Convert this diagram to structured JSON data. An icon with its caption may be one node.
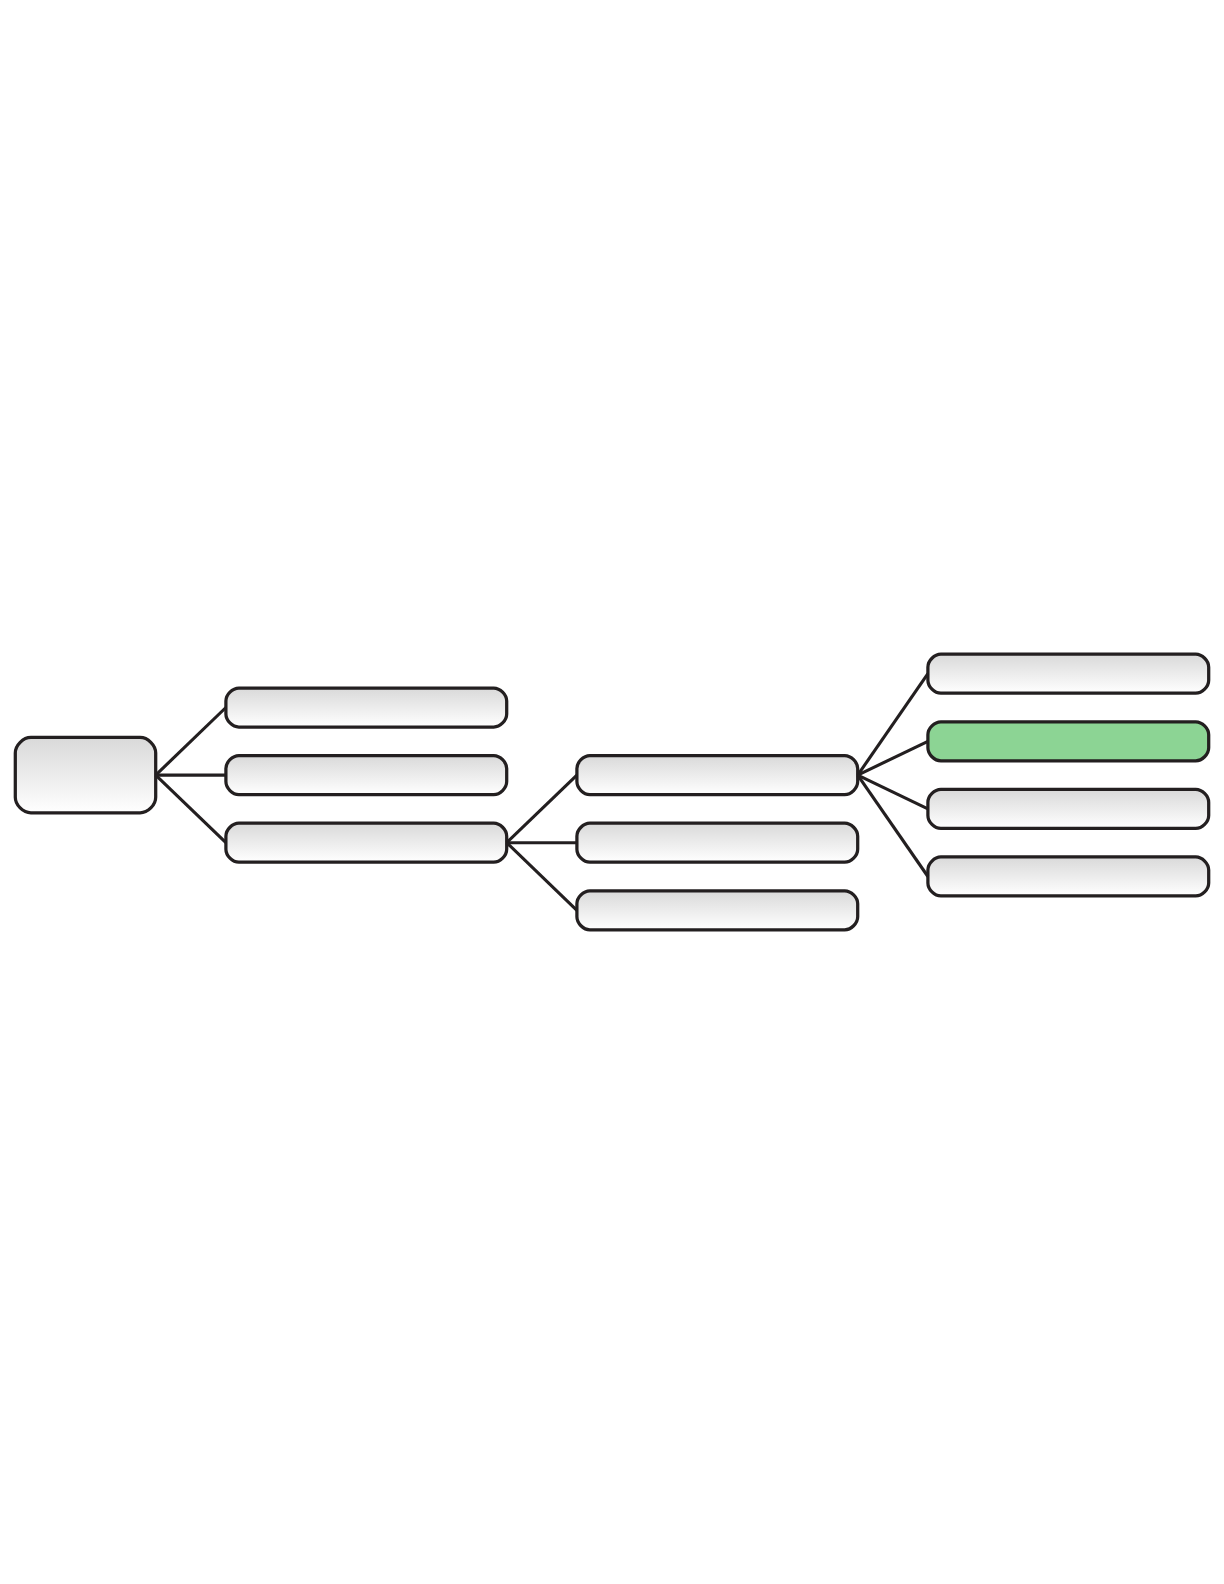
{
  "diagram": {
    "nodes": [
      {
        "text": [],
        "shape": "box"
      },
      {
        "text": [],
        "shape": "box"
      },
      {
        "text": [],
        "shape": "box"
      },
      {
        "text": [],
        "shape": "box"
      },
      {
        "text": [],
        "shape": "box"
      },
      {
        "text": [],
        "shape": "box"
      },
      {
        "text": [],
        "shape": "box"
      },
      {
        "text": [],
        "shape": "box"
      },
      {
        "text": [],
        "shape": "box"
      },
      {
        "text": [],
        "shape": "box"
      },
      {
        "text": [],
        "shape": "box"
      }
    ],
    "edges": [
      {
        "from": 0,
        "to": 1,
        "arrow": "none"
      },
      {
        "from": 0,
        "to": 2,
        "arrow": "none"
      },
      {
        "from": 0,
        "to": 3,
        "arrow": "none"
      },
      {
        "from": 3,
        "to": 4,
        "arrow": "none"
      },
      {
        "from": 4,
        "to": 5,
        "arrow": "none"
      },
      {
        "from": 4,
        "to": 6,
        "arrow": "none"
      },
      {
        "from": 4,
        "to": 7,
        "arrow": "none"
      },
      {
        "from": 4,
        "to": 8,
        "arrow": "none"
      },
      {
        "from": 3,
        "to": 9,
        "arrow": "none"
      },
      {
        "from": 3,
        "to": 10,
        "arrow": "none"
      }
    ]
  }
}
